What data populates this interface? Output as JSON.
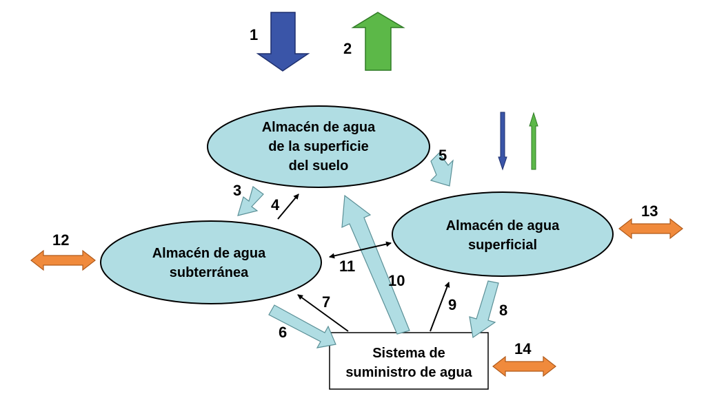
{
  "nodes": {
    "soil_surface": {
      "lines": [
        "Almacén de agua",
        "de la superficie",
        "del suelo"
      ]
    },
    "groundwater": {
      "lines": [
        "Almacén de agua",
        "subterránea"
      ]
    },
    "surface_water": {
      "lines": [
        "Almacén de agua",
        "superficial"
      ]
    },
    "water_supply": {
      "lines": [
        "Sistema de",
        "suministro de agua"
      ]
    }
  },
  "labels": [
    "1",
    "2",
    "3",
    "4",
    "5",
    "6",
    "7",
    "8",
    "9",
    "10",
    "11",
    "12",
    "13",
    "14"
  ],
  "colors": {
    "ellipse_fill": "#b0dde3",
    "flow_arrow_fill": "#b0dde3",
    "precip_arrow": "#3a55a8",
    "evap_arrow": "#5cb848",
    "exchange_arrow": "#f08a3c",
    "line_arrow": "#000000"
  }
}
